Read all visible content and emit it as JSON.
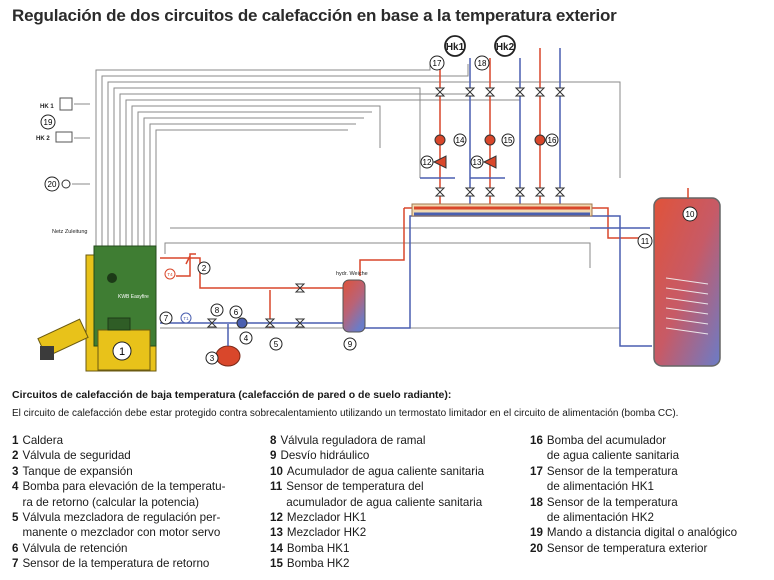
{
  "title": "Regulación de dos circuitos de calefacción en base a la temperatura exterior",
  "diagram": {
    "hk1_circle": "Hk1",
    "hk2_circle": "Hk2",
    "hk1_side_label": "HK 1",
    "hk2_side_label": "HK 2",
    "mains_label": "Netz Zuleitung",
    "hydraulic_label": "hydr. Weiche",
    "boiler_brand": "KWB Easyfire",
    "markers": [
      "1",
      "2",
      "3",
      "4",
      "5",
      "6",
      "7",
      "8",
      "9",
      "10",
      "11",
      "12",
      "13",
      "14",
      "15",
      "16",
      "17",
      "18",
      "19",
      "20"
    ],
    "sensor_marks": [
      "T4",
      "T1"
    ]
  },
  "note": {
    "title": "Circuitos de calefacción de baja temperatura (calefacción de pared o de suelo radiante):",
    "text": "El circuito de calefacción debe estar protegido contra sobrecalentamiento utilizando un termostato limitador en el circuito de alimentación (bomba CC)."
  },
  "legend": {
    "col1": [
      {
        "num": "1",
        "text": "Caldera"
      },
      {
        "num": "2",
        "text": "Válvula de seguridad"
      },
      {
        "num": "3",
        "text": "Tanque de expansión"
      },
      {
        "num": "4",
        "text": "Bomba para elevación de la temperatu-\nra de retorno (calcular la potencia)"
      },
      {
        "num": "5",
        "text": "Válvula mezcladora de regulación per-\nmanente o mezclador con motor servo"
      },
      {
        "num": "6",
        "text": "Válvula de retención"
      },
      {
        "num": "7",
        "text": "Sensor de la temperatura de retorno"
      }
    ],
    "col2": [
      {
        "num": "8",
        "text": "Válvula reguladora de ramal"
      },
      {
        "num": "9",
        "text": "Desvío hidráulico"
      },
      {
        "num": "10",
        "text": "Acumulador de agua caliente sanitaria"
      },
      {
        "num": "11",
        "text": "Sensor de temperatura del\nacumulador de agua caliente sanitaria"
      },
      {
        "num": "12",
        "text": "Mezclador HK1"
      },
      {
        "num": "13",
        "text": "Mezclador HK2"
      },
      {
        "num": "14",
        "text": "Bomba HK1"
      },
      {
        "num": "15",
        "text": "Bomba HK2"
      }
    ],
    "col3": [
      {
        "num": "16",
        "text": "Bomba del acumulador\nde agua caliente sanitaria"
      },
      {
        "num": "17",
        "text": "Sensor de la temperatura\nde alimentación HK1"
      },
      {
        "num": "18",
        "text": "Sensor de la temperatura\nde alimentación HK2"
      },
      {
        "num": "19",
        "text": "Mando a distancia digital o analógico"
      },
      {
        "num": "20",
        "text": "Sensor de temperatura exterior"
      }
    ]
  },
  "colors": {
    "supply": "#d9472b",
    "return": "#4a5fb0",
    "control": "#8a8a8a",
    "boiler_green": "#3f7d33",
    "boiler_yellow": "#e8c21a",
    "pump_red": "#d9472b"
  }
}
